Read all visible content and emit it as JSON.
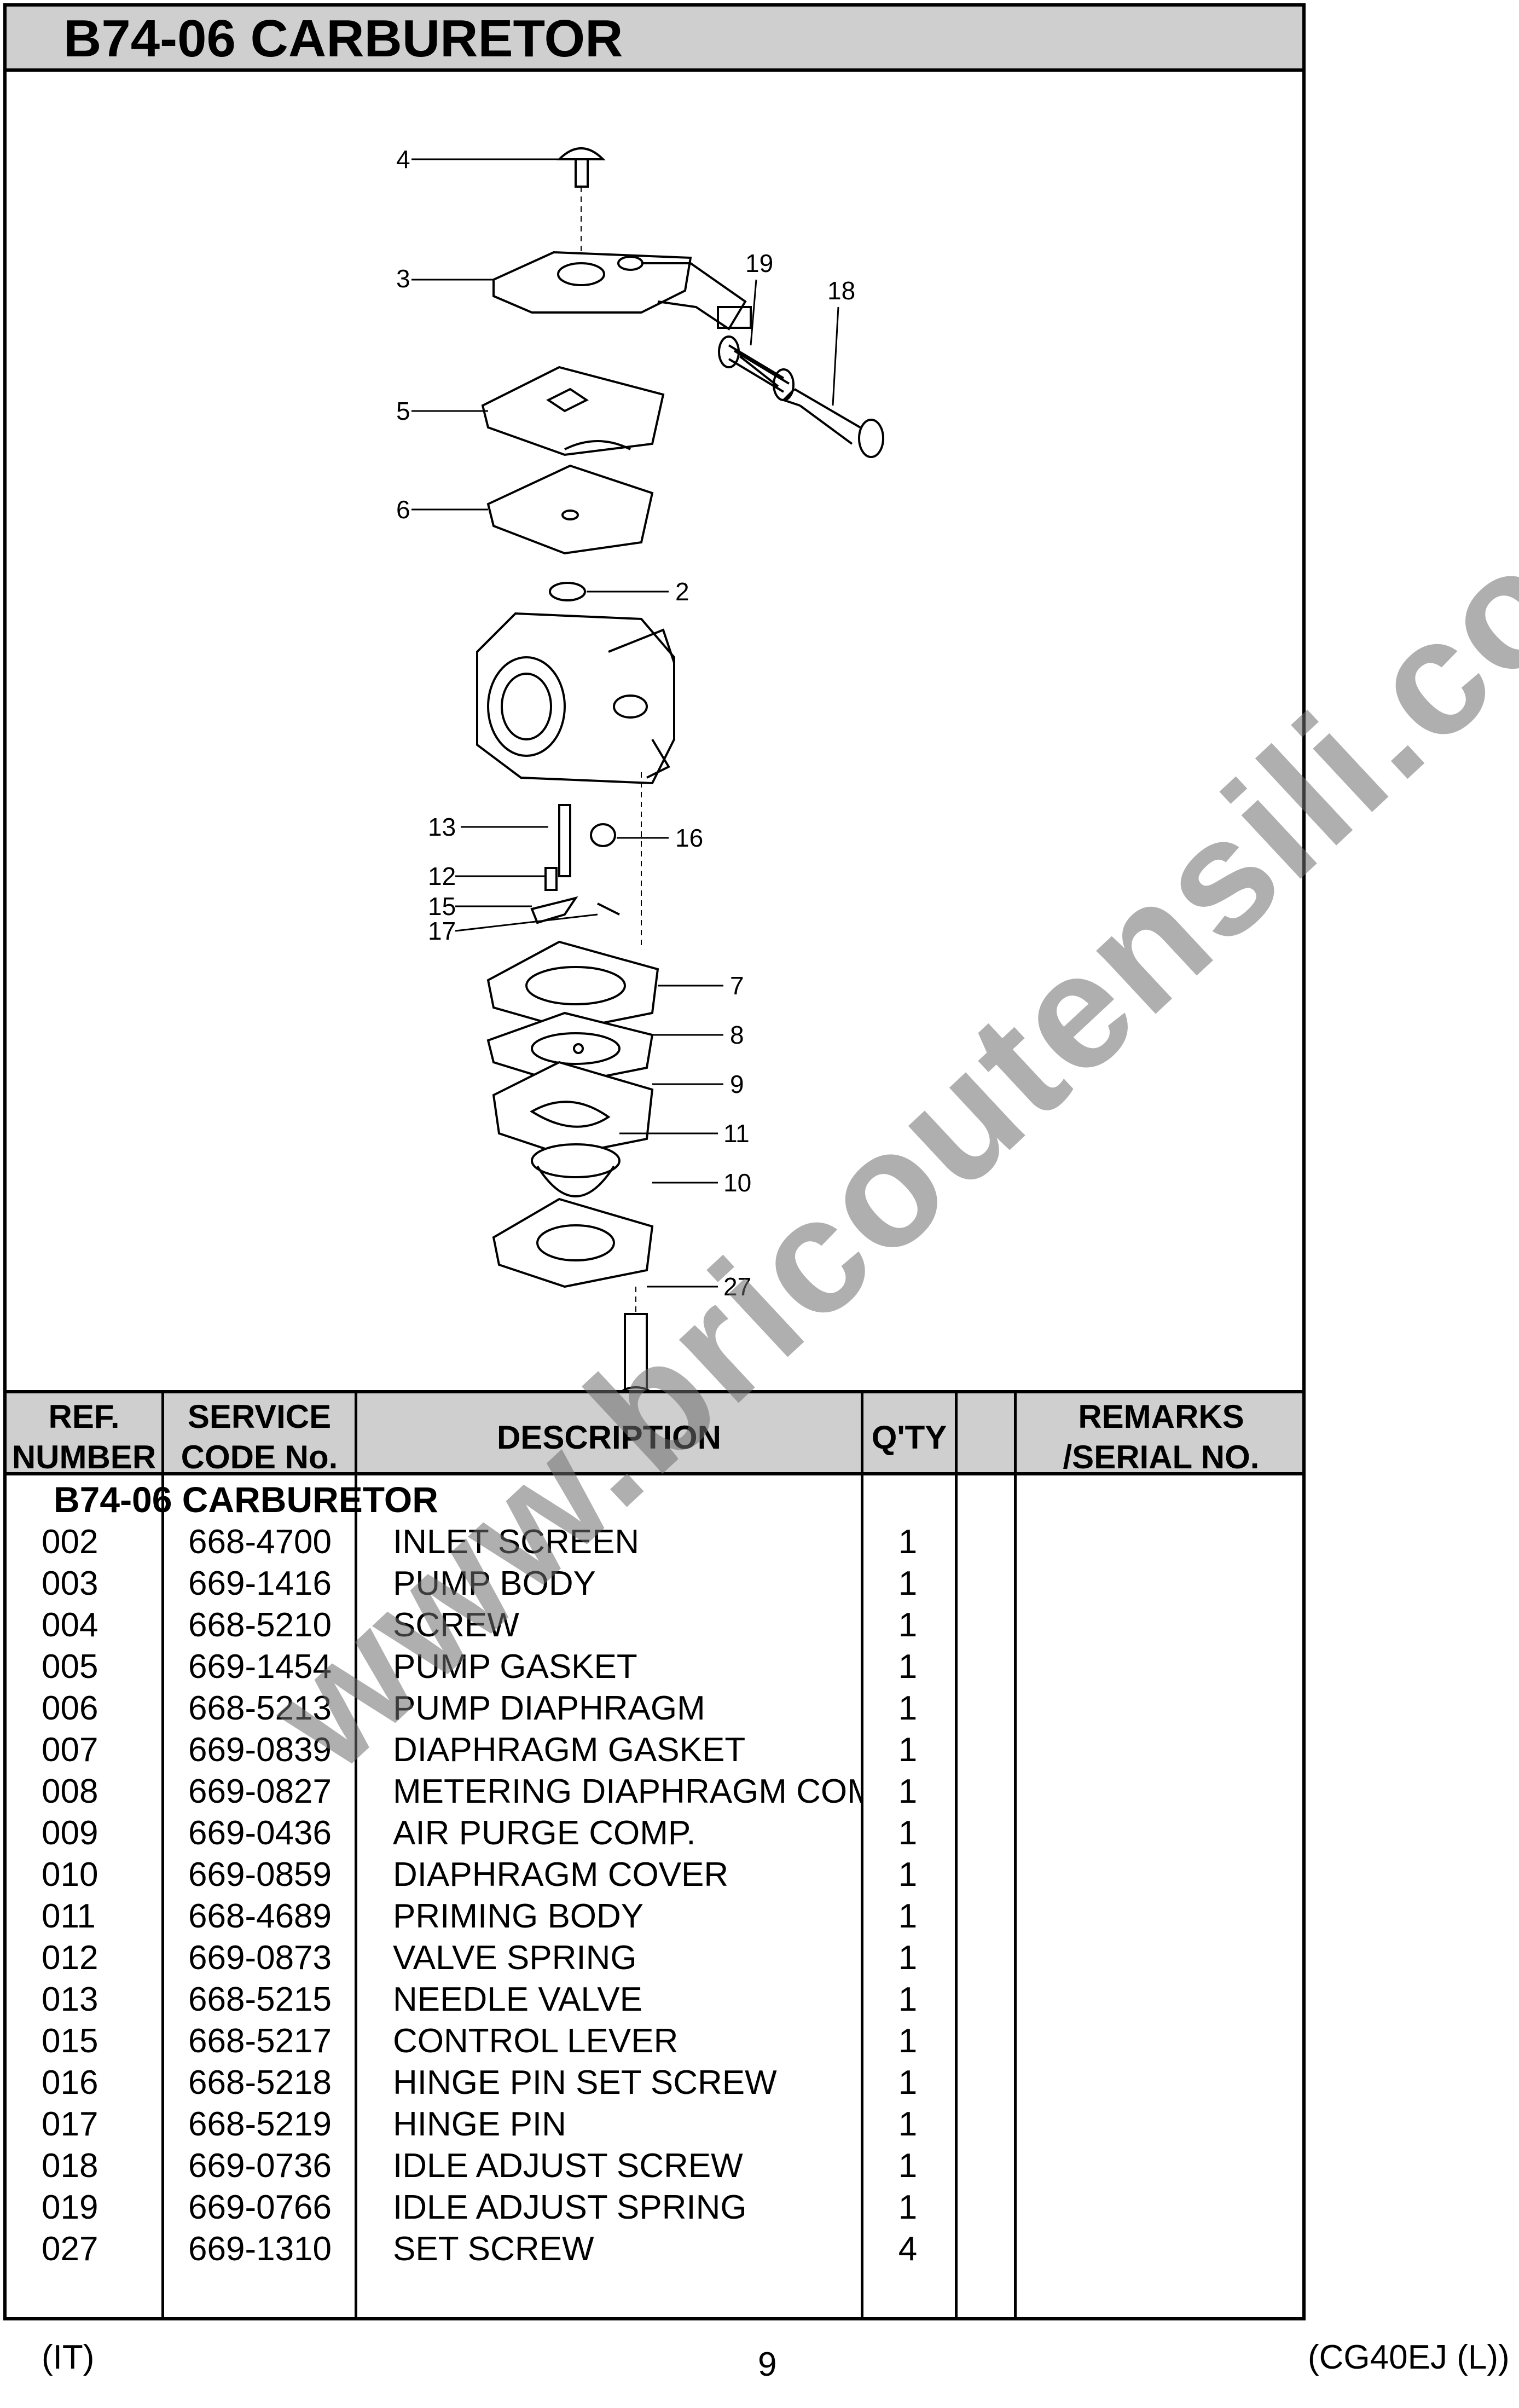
{
  "header": {
    "title": "B74-06 CARBURETOR"
  },
  "diagram": {
    "callouts": [
      "4",
      "3",
      "19",
      "18",
      "5",
      "6",
      "2",
      "13",
      "16",
      "12",
      "15",
      "17",
      "7",
      "8",
      "9",
      "11",
      "10",
      "27"
    ]
  },
  "table": {
    "columns": {
      "ref_line1": "REF.",
      "ref_line2": "NUMBER",
      "code_line1": "SERVICE",
      "code_line2": "CODE No.",
      "description": "DESCRIPTION",
      "qty": "Q'TY",
      "remarks_line1": "REMARKS",
      "remarks_line2": "/SERIAL NO."
    },
    "section": "B74-06 CARBURETOR",
    "rows": [
      {
        "ref": "002",
        "code": "668-4700",
        "desc": "INLET SCREEN",
        "qty": "1"
      },
      {
        "ref": "003",
        "code": "669-1416",
        "desc": "PUMP BODY",
        "qty": "1"
      },
      {
        "ref": "004",
        "code": "668-5210",
        "desc": "SCREW",
        "qty": "1"
      },
      {
        "ref": "005",
        "code": "669-1454",
        "desc": "PUMP GASKET",
        "qty": "1"
      },
      {
        "ref": "006",
        "code": "668-5213",
        "desc": "PUMP DIAPHRAGM",
        "qty": "1"
      },
      {
        "ref": "007",
        "code": "669-0839",
        "desc": "DIAPHRAGM GASKET",
        "qty": "1"
      },
      {
        "ref": "008",
        "code": "669-0827",
        "desc": "METERING DIAPHRAGM COM",
        "qty": "1"
      },
      {
        "ref": "009",
        "code": "669-0436",
        "desc": "AIR PURGE COMP.",
        "qty": "1"
      },
      {
        "ref": "010",
        "code": "669-0859",
        "desc": "DIAPHRAGM COVER",
        "qty": "1"
      },
      {
        "ref": "011",
        "code": "668-4689",
        "desc": "PRIMING BODY",
        "qty": "1"
      },
      {
        "ref": "012",
        "code": "669-0873",
        "desc": "VALVE SPRING",
        "qty": "1"
      },
      {
        "ref": "013",
        "code": "668-5215",
        "desc": "NEEDLE VALVE",
        "qty": "1"
      },
      {
        "ref": "015",
        "code": "668-5217",
        "desc": "CONTROL LEVER",
        "qty": "1"
      },
      {
        "ref": "016",
        "code": "668-5218",
        "desc": "HINGE PIN SET SCREW",
        "qty": "1"
      },
      {
        "ref": "017",
        "code": "668-5219",
        "desc": "HINGE PIN",
        "qty": "1"
      },
      {
        "ref": "018",
        "code": "669-0736",
        "desc": "IDLE ADJUST SCREW",
        "qty": "1"
      },
      {
        "ref": "019",
        "code": "669-0766",
        "desc": "IDLE ADJUST SPRING",
        "qty": "1"
      },
      {
        "ref": "027",
        "code": "669-1310",
        "desc": "SET SCREW",
        "qty": "4"
      }
    ]
  },
  "footer": {
    "left": "(IT)",
    "page": "9",
    "right": "(CG40EJ (L))"
  },
  "watermark": "www.bricoutensili.com"
}
